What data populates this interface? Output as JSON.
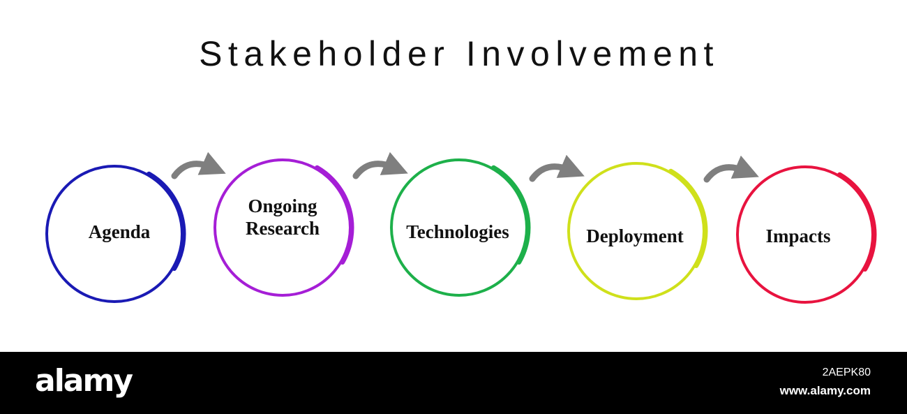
{
  "title": "Stakeholder Involvement",
  "steps": [
    {
      "label_lines": [
        "Agenda"
      ],
      "color": "#1a1ab4"
    },
    {
      "label_lines": [
        "Ongoing",
        "Research"
      ],
      "color": "#a51ed6"
    },
    {
      "label_lines": [
        "Technologies"
      ],
      "color": "#1db04a"
    },
    {
      "label_lines": [
        "Deployment"
      ],
      "color": "#cfe01b"
    },
    {
      "label_lines": [
        "Impacts"
      ],
      "color": "#e8133f"
    }
  ],
  "arrow_color": "#7f7f7f",
  "watermark": {
    "brand": "alamy",
    "image_id": "2AEPK80",
    "site": "www.alamy.com"
  }
}
